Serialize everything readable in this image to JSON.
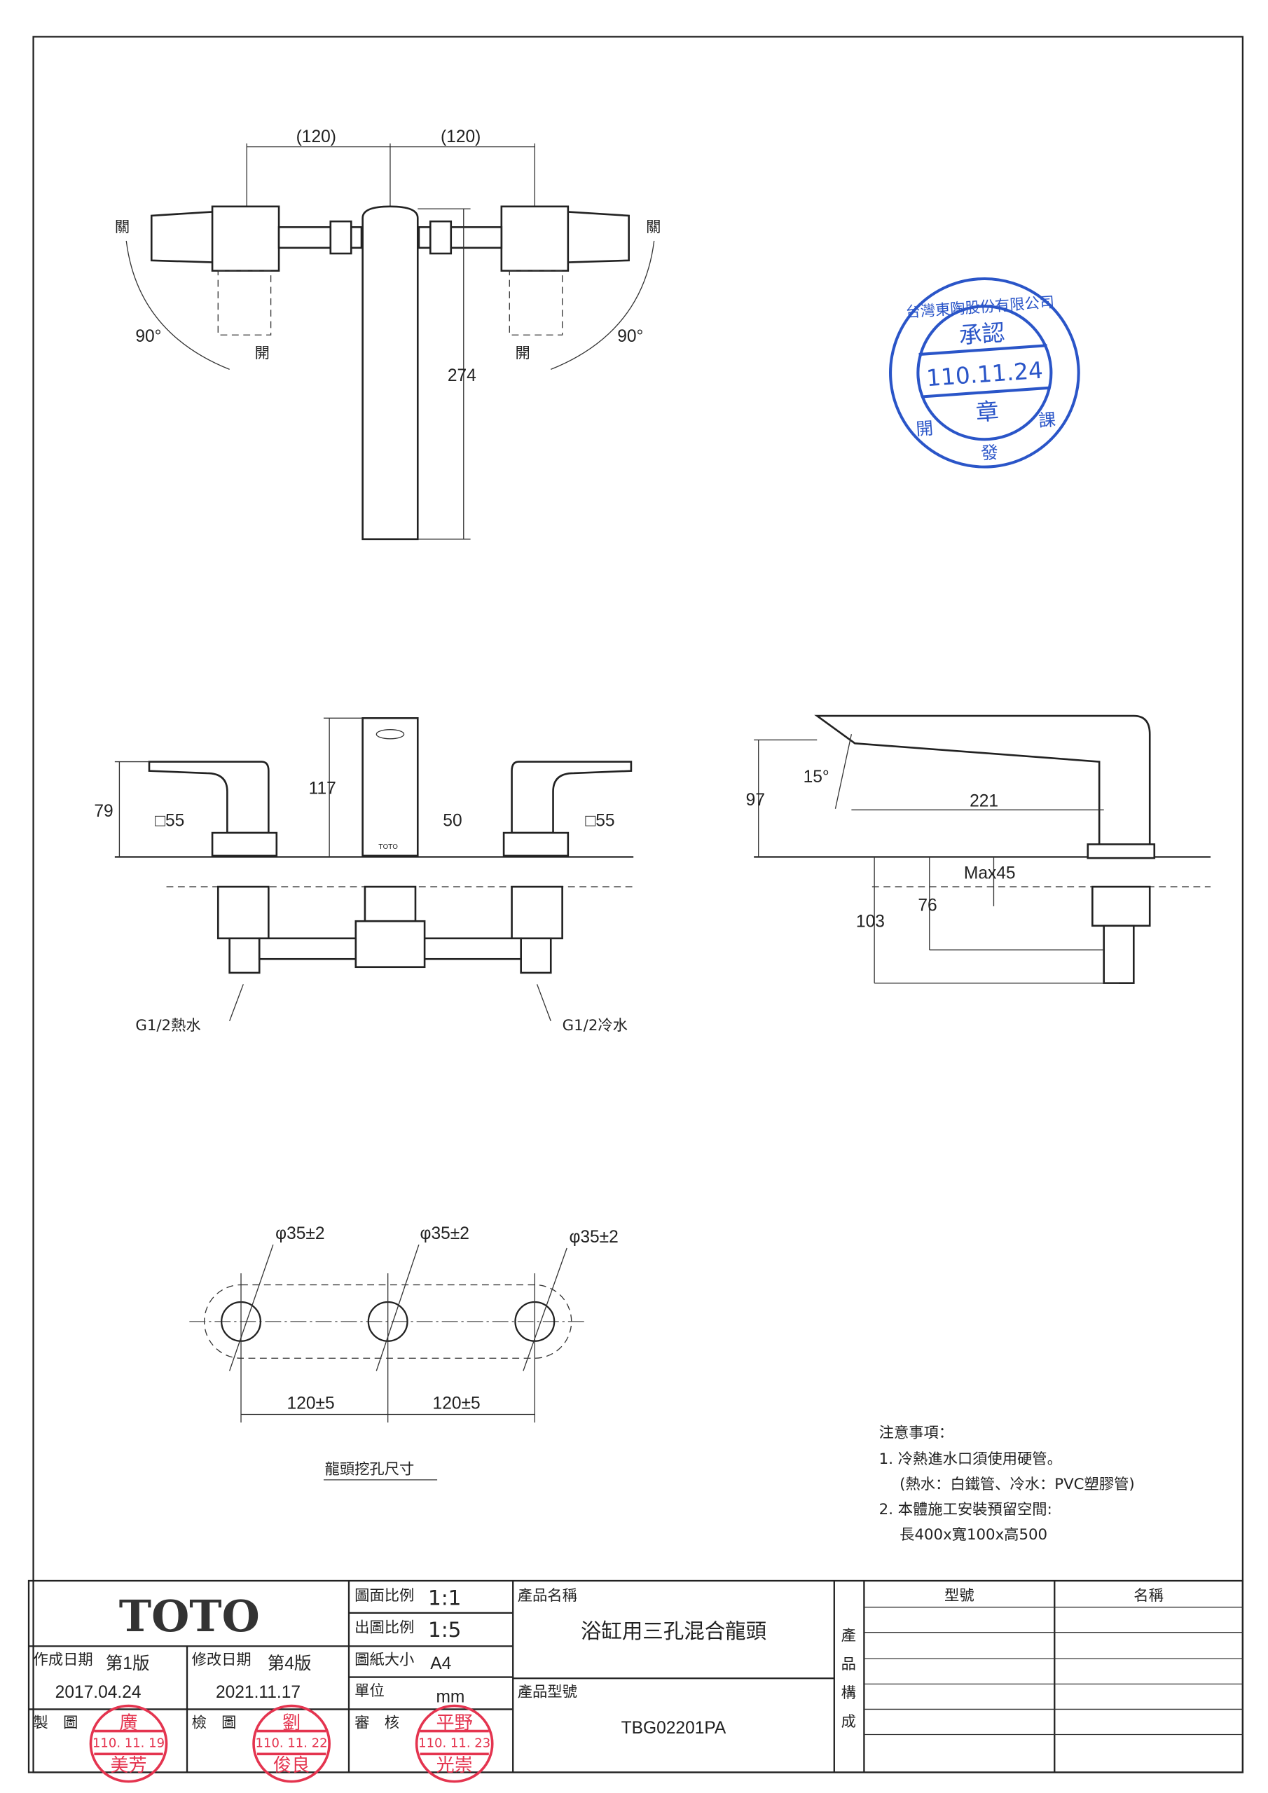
{
  "top_view": {
    "dim_left": "(120)",
    "dim_right": "(120)",
    "closed_left": "關",
    "closed_right": "關",
    "angle_left": "90°",
    "angle_right": "90°",
    "open_left": "開",
    "open_right": "開",
    "spout_length": "274"
  },
  "front_view": {
    "handle_height": "79",
    "handle_size_left": "□55",
    "spout_height": "117",
    "spout_width": "50",
    "handle_size_right": "□55",
    "hot_inlet": "G1/2熱水",
    "cold_inlet": "G1/2冷水",
    "brand_mark": "TOTO"
  },
  "side_view": {
    "angle": "15°",
    "height": "97",
    "reach": "221",
    "deck_max": "Max45",
    "below_deck_1": "76",
    "below_deck_2": "103"
  },
  "hole_layout": {
    "hole_1": "φ35±2",
    "hole_2": "φ35±2",
    "hole_3": "φ35±2",
    "spacing_1": "120±5",
    "spacing_2": "120±5",
    "caption": "龍頭挖孔尺寸"
  },
  "approval_stamp": {
    "company": "台灣東陶股份有限公司",
    "label": "承認",
    "date": "110.11.24",
    "seal": "章",
    "dept_1": "開",
    "dept_2": "發",
    "dept_3": "課"
  },
  "notes": {
    "heading": "注意事項：",
    "line1": "1. 冷熱進水口須使用硬管。",
    "line2": "(熱水：白鐵管、冷水：PVC塑膠管)",
    "line3": "2. 本體施工安裝預留空間:",
    "line4": "長400x寬100x高500"
  },
  "title_block": {
    "brand": "TOTO",
    "drawing_scale_label": "圖面比例",
    "drawing_scale": "1:1",
    "print_scale_label": "出圖比例",
    "print_scale": "1:5",
    "paper_size_label": "圖紙大小",
    "paper_size": "A4",
    "unit_label": "單位",
    "unit": "mm",
    "created_label": "作成日期",
    "created_version": "第1版",
    "created_date": "2017.04.24",
    "revised_label": "修改日期",
    "revised_version": "第4版",
    "revised_date": "2021.11.17",
    "drawn_label": "製　圖",
    "checked_label": "檢　圖",
    "approved_label": "審　核",
    "product_name_label": "產品名稱",
    "product_name": "浴缸用三孔混合龍頭",
    "product_model_label": "產品型號",
    "product_model": "TBG02201PA",
    "composition_label_1": "產",
    "composition_label_2": "品",
    "composition_label_3": "構",
    "composition_label_4": "成",
    "col_model": "型號",
    "col_name": "名稱"
  },
  "stamps": {
    "drawn": {
      "top": "廣",
      "date": "110. 11. 19",
      "bottom": "美芳"
    },
    "checked": {
      "top": "劉",
      "date": "110. 11. 22",
      "bottom": "俊良"
    },
    "approved": {
      "top": "平野",
      "date": "110. 11. 23",
      "bottom": "光崇"
    }
  }
}
